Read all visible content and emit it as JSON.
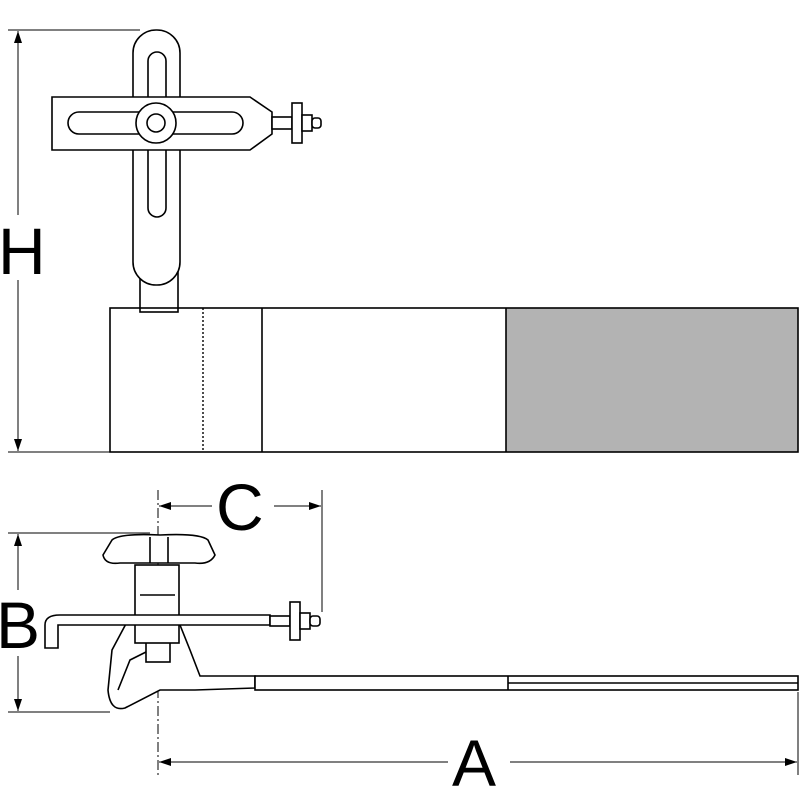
{
  "dimensions": {
    "height_label": "H",
    "width_c_label": "C",
    "height_b_label": "B",
    "length_a_label": "A"
  },
  "colors": {
    "line": "#000000",
    "strap_shaded": "#b3b3b3",
    "background": "#ffffff"
  }
}
